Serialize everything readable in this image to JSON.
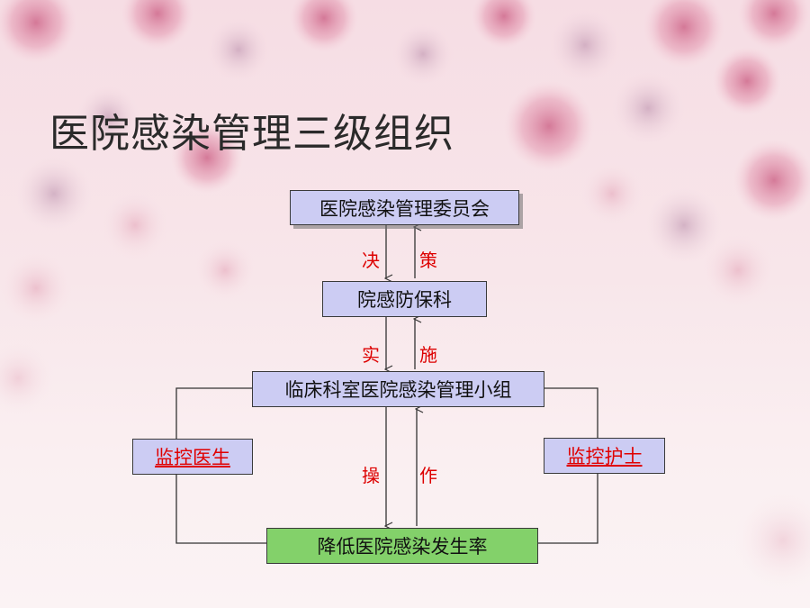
{
  "title": "医院感染管理三级组织",
  "nodes": {
    "committee": "医院感染管理委员会",
    "department": "院感防保科",
    "group": "临床科室医院感染管理小组",
    "doctor": "监控医生",
    "nurse": "监控护士",
    "goal": "降低医院感染发生率"
  },
  "edge_labels": {
    "jue": "决",
    "ce": "策",
    "shi": "实",
    "shi2": "施",
    "cao": "操",
    "zuo": "作"
  },
  "colors": {
    "box_lavender": "#ccccf3",
    "box_green": "#83d16a",
    "label_red": "#dd0000"
  }
}
